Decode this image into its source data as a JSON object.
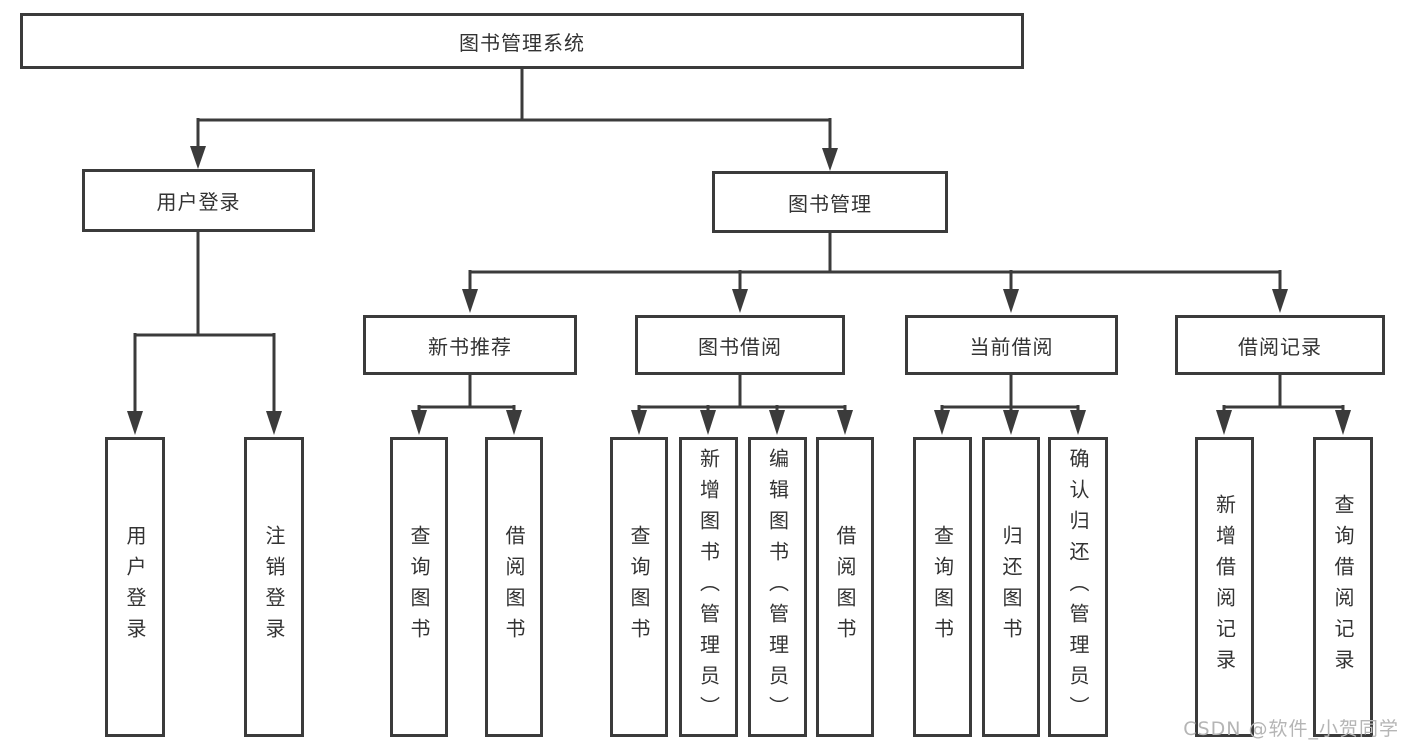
{
  "diagram": {
    "root": {
      "label": "图书管理系统"
    },
    "level2": [
      {
        "label": "用户登录"
      },
      {
        "label": "图书管理"
      }
    ],
    "level3": [
      {
        "label": "新书推荐"
      },
      {
        "label": "图书借阅"
      },
      {
        "label": "当前借阅"
      },
      {
        "label": "借阅记录"
      }
    ],
    "leaves": [
      {
        "label": "用户登录"
      },
      {
        "label": "注销登录"
      },
      {
        "label": "查询图书"
      },
      {
        "label": "借阅图书"
      },
      {
        "label": "查询图书"
      },
      {
        "label": "新增图书（管理员）"
      },
      {
        "label": "编辑图书（管理员）"
      },
      {
        "label": "借阅图书"
      },
      {
        "label": "查询图书"
      },
      {
        "label": "归还图书"
      },
      {
        "label": "确认归还（管理员）"
      },
      {
        "label": "新增借阅记录"
      },
      {
        "label": "查询借阅记录"
      }
    ]
  },
  "watermark": {
    "text": "CSDN @软件_小贺同学"
  },
  "colors": {
    "line": "#3b3b3b",
    "text": "#333333",
    "background": "#ffffff",
    "watermark": "#b5b5b5"
  }
}
